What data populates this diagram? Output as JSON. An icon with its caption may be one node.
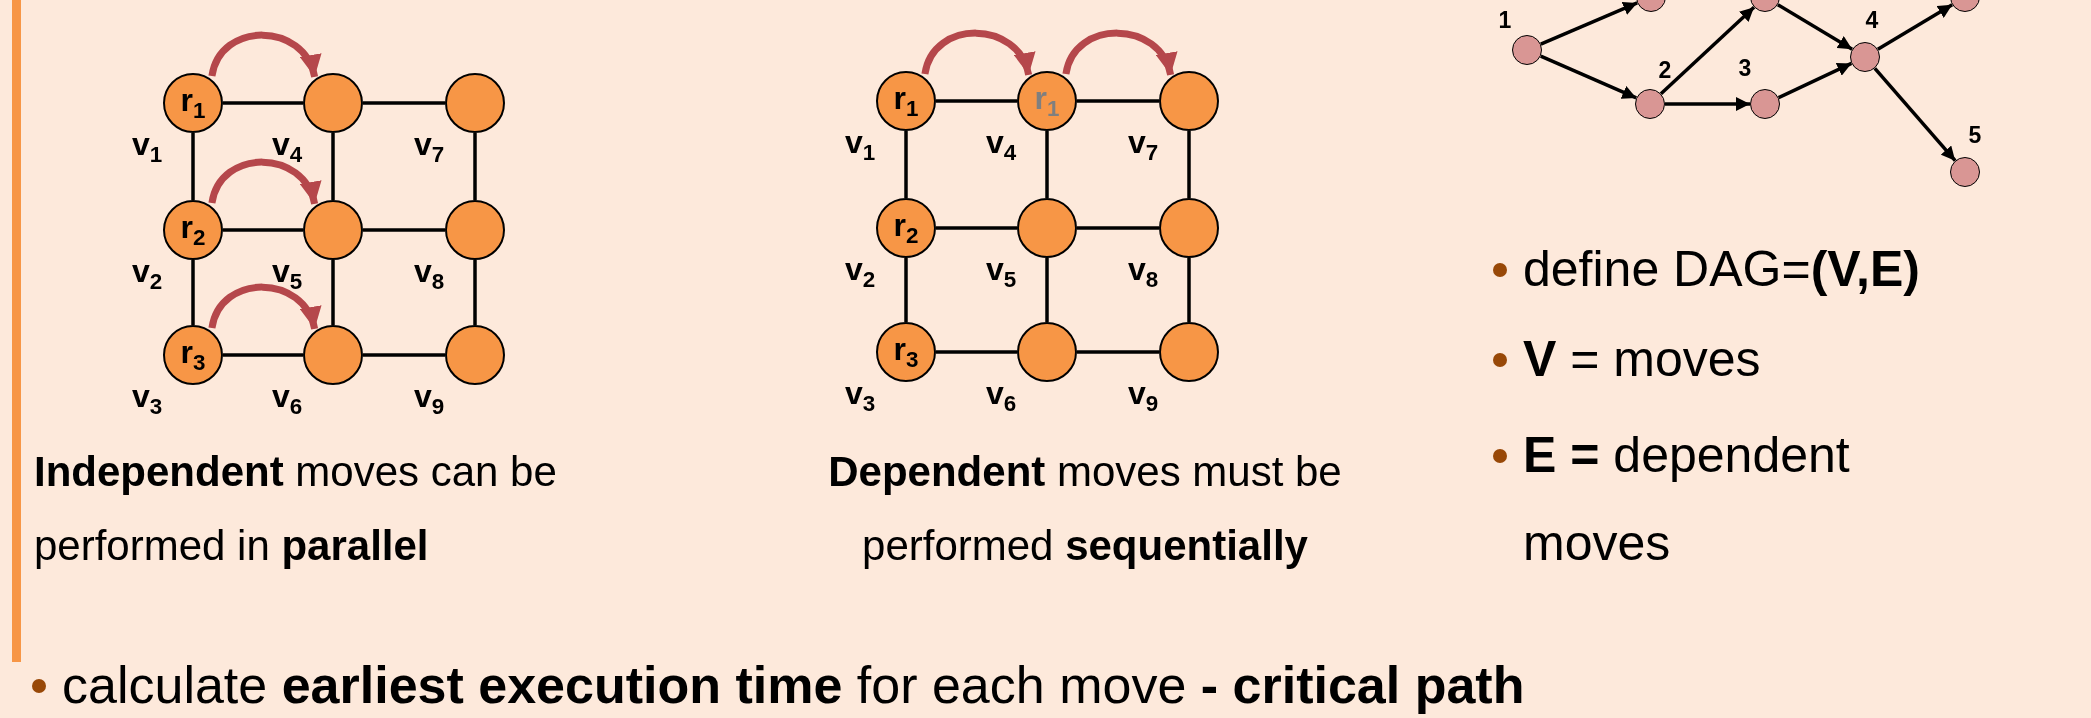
{
  "diagram": {
    "nodes": [
      {
        "text": [
          "r$_{1}$"
        ],
        "beside": [
          "v$_{1}$"
        ]
      },
      {
        "text": [],
        "shape": "circle",
        "beside": [
          "v$_{4}$"
        ]
      },
      {
        "text": [],
        "shape": "circle",
        "beside": [
          "v$_{7}$"
        ]
      },
      {
        "text": [
          "r$_{2}$"
        ],
        "beside": [
          "v$_{2}$"
        ]
      },
      {
        "text": [],
        "shape": "circle",
        "beside": [
          "v$_{5}$"
        ]
      },
      {
        "text": [],
        "shape": "circle",
        "beside": [
          "v$_{8}$"
        ]
      },
      {
        "text": [
          "r$_{3}$"
        ],
        "beside": [
          "v$_{3}$"
        ]
      },
      {
        "text": [],
        "shape": "circle",
        "beside": [
          "v$_{6}$"
        ]
      },
      {
        "text": [],
        "shape": "circle",
        "beside": [
          "v$_{9}$"
        ]
      },
      {
        "text": [
          "r$_{1}$"
        ],
        "beside": [
          "v$_{1}$"
        ]
      },
      {
        "text": [
          "r$_{1}$"
        ],
        "beside": [
          "v$_{4}$"
        ]
      },
      {
        "text": [],
        "shape": "circle",
        "beside": [
          "v$_{7}$"
        ]
      },
      {
        "text": [
          "r$_{2}$"
        ],
        "beside": [
          "v$_{2}$"
        ]
      },
      {
        "text": [],
        "shape": "circle",
        "beside": [
          "v$_{5}$"
        ]
      },
      {
        "text": [],
        "shape": "circle",
        "beside": [
          "v$_{8}$"
        ]
      },
      {
        "text": [
          "r$_{3}$"
        ],
        "beside": [
          "v$_{3}$"
        ]
      },
      {
        "text": [],
        "shape": "circle",
        "beside": [
          "v$_{6}$"
        ]
      },
      {
        "text": [],
        "shape": "circle",
        "beside": [
          "v$_{9}$"
        ]
      },
      {
        "text": [],
        "shape": "circle",
        "beside": [
          "1"
        ]
      },
      {
        "text": [],
        "shape": "circle"
      },
      {
        "text": [],
        "shape": "circle"
      },
      {
        "text": [],
        "shape": "circle",
        "beside": [
          "2"
        ]
      },
      {
        "text": [],
        "shape": "circle",
        "beside": [
          "3"
        ]
      },
      {
        "text": [],
        "shape": "circle",
        "beside": [
          "4"
        ]
      },
      {
        "text": [],
        "shape": "circle"
      },
      {
        "text": [],
        "shape": "circle",
        "beside": [
          "5"
        ]
      }
    ],
    "edges": [
      {
        "from": 0,
        "to": 1,
        "arrow": "none"
      },
      {
        "from": 1,
        "to": 2,
        "arrow": "none"
      },
      {
        "from": 3,
        "to": 4,
        "arrow": "none"
      },
      {
        "from": 4,
        "to": 5,
        "arrow": "none"
      },
      {
        "from": 6,
        "to": 7,
        "arrow": "none"
      },
      {
        "from": 7,
        "to": 8,
        "arrow": "none"
      },
      {
        "from": 0,
        "to": 3,
        "arrow": "none"
      },
      {
        "from": 3,
        "to": 6,
        "arrow": "none"
      },
      {
        "from": 1,
        "to": 4,
        "arrow": "none"
      },
      {
        "from": 4,
        "to": 7,
        "arrow": "none"
      },
      {
        "from": 2,
        "to": 5,
        "arrow": "none"
      },
      {
        "from": 5,
        "to": 8,
        "arrow": "none"
      },
      {
        "from": 0,
        "to": 1,
        "arrow": "to",
        "style": "thick",
        "color": "#b5474b"
      },
      {
        "from": 3,
        "to": 4,
        "arrow": "to",
        "style": "thick",
        "color": "#b5474b"
      },
      {
        "from": 6,
        "to": 7,
        "arrow": "to",
        "style": "thick",
        "color": "#b5474b"
      },
      {
        "from": 9,
        "to": 10,
        "arrow": "none"
      },
      {
        "from": 10,
        "to": 11,
        "arrow": "none"
      },
      {
        "from": 12,
        "to": 13,
        "arrow": "none"
      },
      {
        "from": 13,
        "to": 14,
        "arrow": "none"
      },
      {
        "from": 15,
        "to": 16,
        "arrow": "none"
      },
      {
        "from": 16,
        "to": 17,
        "arrow": "none"
      },
      {
        "from": 9,
        "to": 12,
        "arrow": "none"
      },
      {
        "from": 12,
        "to": 15,
        "arrow": "none"
      },
      {
        "from": 10,
        "to": 13,
        "arrow": "none"
      },
      {
        "from": 13,
        "to": 16,
        "arrow": "none"
      },
      {
        "from": 11,
        "to": 14,
        "arrow": "none"
      },
      {
        "from": 14,
        "to": 17,
        "arrow": "none"
      },
      {
        "from": 9,
        "to": 10,
        "arrow": "to",
        "style": "thick",
        "color": "#b5474b"
      },
      {
        "from": 10,
        "to": 11,
        "arrow": "to",
        "style": "thick",
        "color": "#b5474b"
      },
      {
        "from": 18,
        "to": 19,
        "arrow": "to"
      },
      {
        "from": 18,
        "to": 21,
        "arrow": "to"
      },
      {
        "from": 21,
        "to": 20,
        "arrow": "to"
      },
      {
        "from": 21,
        "to": 22,
        "arrow": "to"
      },
      {
        "from": 20,
        "to": 23,
        "arrow": "to"
      },
      {
        "from": 22,
        "to": 23,
        "arrow": "to"
      },
      {
        "from": 23,
        "to": 24,
        "arrow": "to"
      },
      {
        "from": 23,
        "to": 25,
        "arrow": "to"
      }
    ],
    "labels": [
      "**Independent** moves can be performed in **parallel**",
      "**Dependent** moves must be performed **sequentially**",
      "define DAG=**(V,E)**",
      "**V** = moves",
      "**E =** dependent moves",
      "calculate **earliest execution time** for each move **- critical path**"
    ]
  }
}
